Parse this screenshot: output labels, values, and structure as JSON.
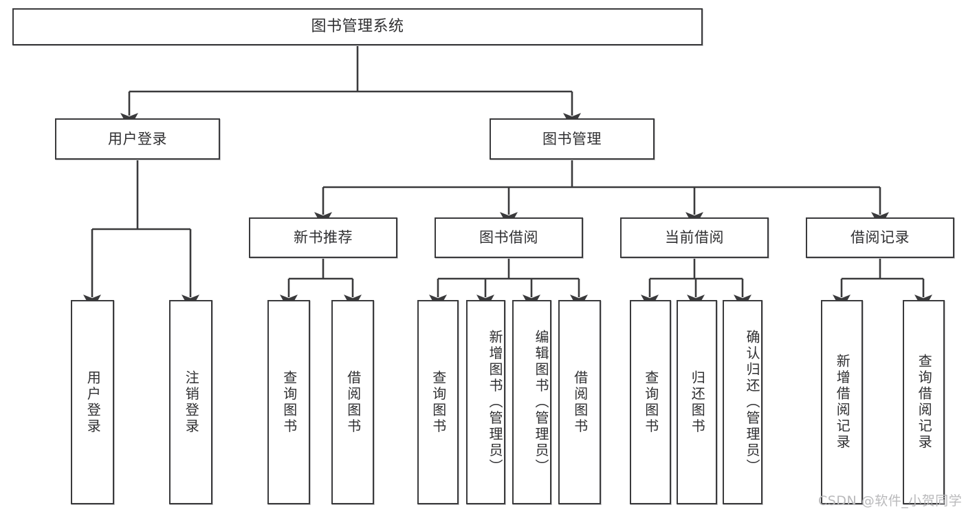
{
  "diagram": {
    "title": "图书管理系统",
    "type": "tree-hierarchy-chart",
    "accent_color": "#3a3a3c",
    "background_color": "#ffffff",
    "watermark": "CSDN @软件_小贺同学",
    "nodes": {
      "root": {
        "label": "图书管理系统"
      },
      "level1": [
        {
          "label": "用户登录"
        },
        {
          "label": "图书管理"
        }
      ],
      "level2": [
        {
          "label": "新书推荐"
        },
        {
          "label": "图书借阅"
        },
        {
          "label": "当前借阅"
        },
        {
          "label": "借阅记录"
        }
      ],
      "leaves_user_login": [
        {
          "label": "用户登录"
        },
        {
          "label": "注销登录"
        }
      ],
      "leaves_new_book": [
        {
          "label": "查询图书"
        },
        {
          "label": "借阅图书"
        }
      ],
      "leaves_borrow": [
        {
          "label": "查询图书"
        },
        {
          "label": "新增图书（管理员）"
        },
        {
          "label": "编辑图书（管理员）"
        },
        {
          "label": "借阅图书"
        }
      ],
      "leaves_current": [
        {
          "label": "查询图书"
        },
        {
          "label": "归还图书"
        },
        {
          "label": "确认归还（管理员）"
        }
      ],
      "leaves_records": [
        {
          "label": "新增借阅记录"
        },
        {
          "label": "查询借阅记录"
        }
      ]
    }
  }
}
